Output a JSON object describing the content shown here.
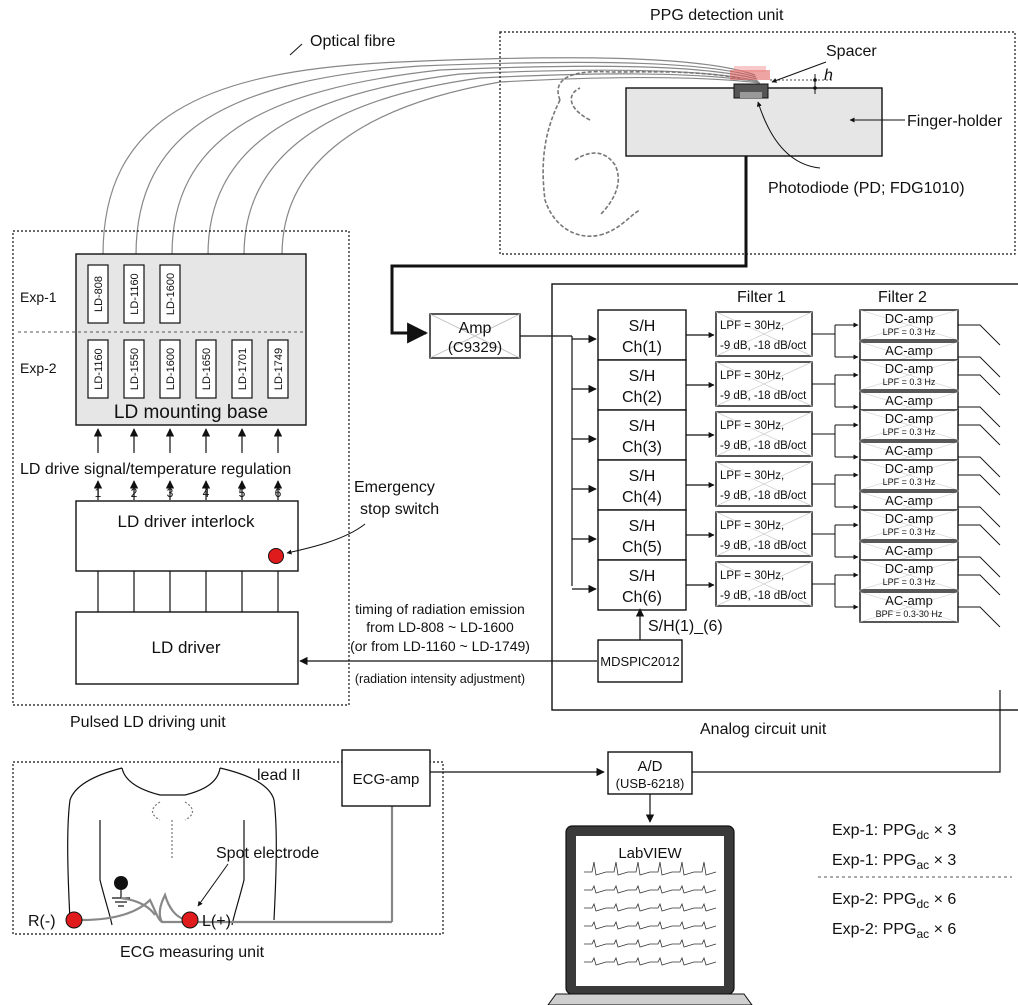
{
  "labels": {
    "optical_fibre": "Optical fibre",
    "ppg_unit": "PPG detection unit",
    "spacer": "Spacer",
    "h": "h",
    "finger_holder": "Finger-holder",
    "photodiode": "Photodiode (PD; FDG1010)",
    "exp1": "Exp-1",
    "exp2": "Exp-2",
    "mounting_base": "LD mounting base",
    "drive_signal": "LD drive signal/temperature regulation",
    "interlock": "LD driver interlock",
    "emergency_line1": "Emergency",
    "emergency_line2": "stop switch",
    "ld_driver": "LD driver",
    "pulsed_unit": "Pulsed LD driving unit",
    "amp_line1": "Amp",
    "amp_line2": "(C9329)",
    "filter1": "Filter 1",
    "filter2": "Filter 2",
    "sh_label": "S/H(1)_(6)",
    "mdspic": "MDSPIC2012",
    "timing_line1": "timing of radiation emission",
    "timing_line2": "from LD-808 ~ LD-1600",
    "timing_line3": "(or from LD-1160 ~ LD-1749)",
    "timing_line4": "(radiation intensity adjustment)",
    "analog_unit": "Analog circuit unit",
    "lead": "lead II",
    "ecg_amp": "ECG-amp",
    "ad_line1": "A/D",
    "ad_line2": "(USB-6218)",
    "spot_electrode": "Spot electrode",
    "r_minus": "R(-)",
    "l_plus": "L(+)",
    "ecg_unit": "ECG measuring unit",
    "labview": "LabVIEW",
    "exp1_dc_a": "Exp-1: PPG",
    "exp1_dc_sub": "dc",
    "exp1_dc_b": " × 3",
    "exp1_ac_a": "Exp-1: PPG",
    "exp1_ac_sub": "ac",
    "exp1_ac_b": " × 3",
    "exp2_dc_a": "Exp-2: PPG",
    "exp2_dc_sub": "dc",
    "exp2_dc_b": " × 6",
    "exp2_ac_a": "Exp-2: PPG",
    "exp2_ac_sub": "ac",
    "exp2_ac_b": " × 6"
  },
  "exp1_lds": [
    "LD-808",
    "LD-1160",
    "LD-1600"
  ],
  "exp2_lds": [
    "LD-1160",
    "LD-1550",
    "LD-1600",
    "LD-1650",
    "LD-1701",
    "LD-1749"
  ],
  "channel_numbers": [
    "1",
    "2",
    "3",
    "4",
    "5",
    "6"
  ],
  "channels": [
    {
      "sh": "S/H",
      "ch": "Ch(1)"
    },
    {
      "sh": "S/H",
      "ch": "Ch(2)"
    },
    {
      "sh": "S/H",
      "ch": "Ch(3)"
    },
    {
      "sh": "S/H",
      "ch": "Ch(4)"
    },
    {
      "sh": "S/H",
      "ch": "Ch(5)"
    },
    {
      "sh": "S/H",
      "ch": "Ch(6)"
    }
  ],
  "filter1": {
    "line1": "LPF = 30Hz,",
    "line2": "-9 dB, -18 dB/oct"
  },
  "filter2": {
    "dc": "DC-amp",
    "dc_sub": "LPF = 0.3 Hz",
    "ac": "AC-amp",
    "ac_sub": "BPF = 0.3-30 Hz"
  },
  "colors": {
    "red_dot": "#e01b1b",
    "gray_box": "#e6e6e6",
    "laser": "#e25a5a"
  }
}
